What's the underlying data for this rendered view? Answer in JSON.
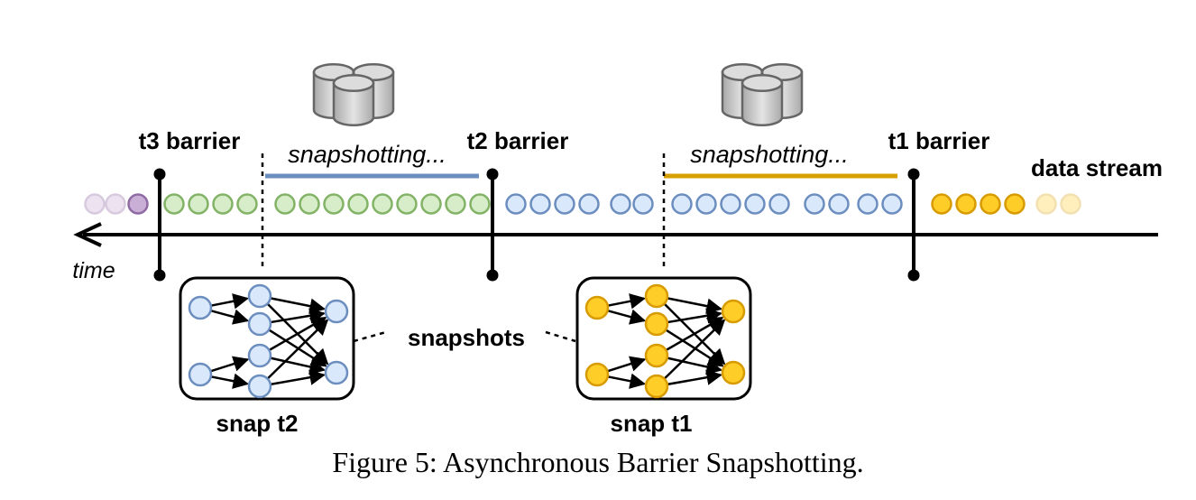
{
  "labels": {
    "barrier_t3": "t3 barrier",
    "barrier_t2": "t2 barrier",
    "barrier_t1": "t1 barrier",
    "snapshotting_left": "snapshotting...",
    "snapshotting_right": "snapshotting...",
    "data_stream": "data stream",
    "time": "time",
    "snapshots": "snapshots",
    "snap_t2": "snap t2",
    "snap_t1": "snap t1"
  },
  "caption": "Figure 5: Asynchronous Barrier Snapshotting.",
  "colors": {
    "purple_fill": "#c9aed6",
    "purple_stroke": "#8e6ba3",
    "green_fill": "#d7ecc8",
    "green_stroke": "#82b366",
    "blue_fill": "#dae8fc",
    "blue_stroke": "#6c8ebf",
    "yellow_fill": "#ffcd28",
    "yellow_stroke": "#d79b00",
    "bar_blue": "#6c8ebf",
    "bar_gold": "#d6a000",
    "db_fill": "#c8c8c8",
    "db_stroke": "#666666"
  },
  "icons": [
    "database-icon",
    "arrow-left-icon"
  ]
}
